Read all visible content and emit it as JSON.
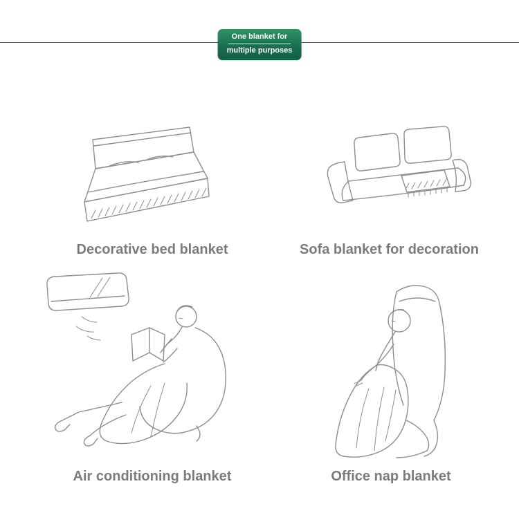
{
  "header": {
    "line1": "One blanket for",
    "line2": "multiple purposes"
  },
  "items": [
    {
      "id": "bed",
      "illustration": "bed-illustration",
      "caption": "Decorative bed blanket"
    },
    {
      "id": "sofa",
      "illustration": "sofa-illustration",
      "caption": "Sofa blanket for decoration"
    },
    {
      "id": "air-conditioning",
      "illustration": "air-conditioner-and-reading-person-illustration",
      "caption": "Air conditioning blanket"
    },
    {
      "id": "office-nap",
      "illustration": "office-chair-nap-illustration",
      "caption": "Office nap blanket"
    }
  ],
  "colors": {
    "badge_green_top": "#2f9268",
    "badge_green_bottom": "#135c43",
    "rule_green": "#2d6e5b",
    "caption_gray": "#7b7b7b",
    "line_art_gray": "#8d8d8d",
    "background": "#ffffff"
  }
}
